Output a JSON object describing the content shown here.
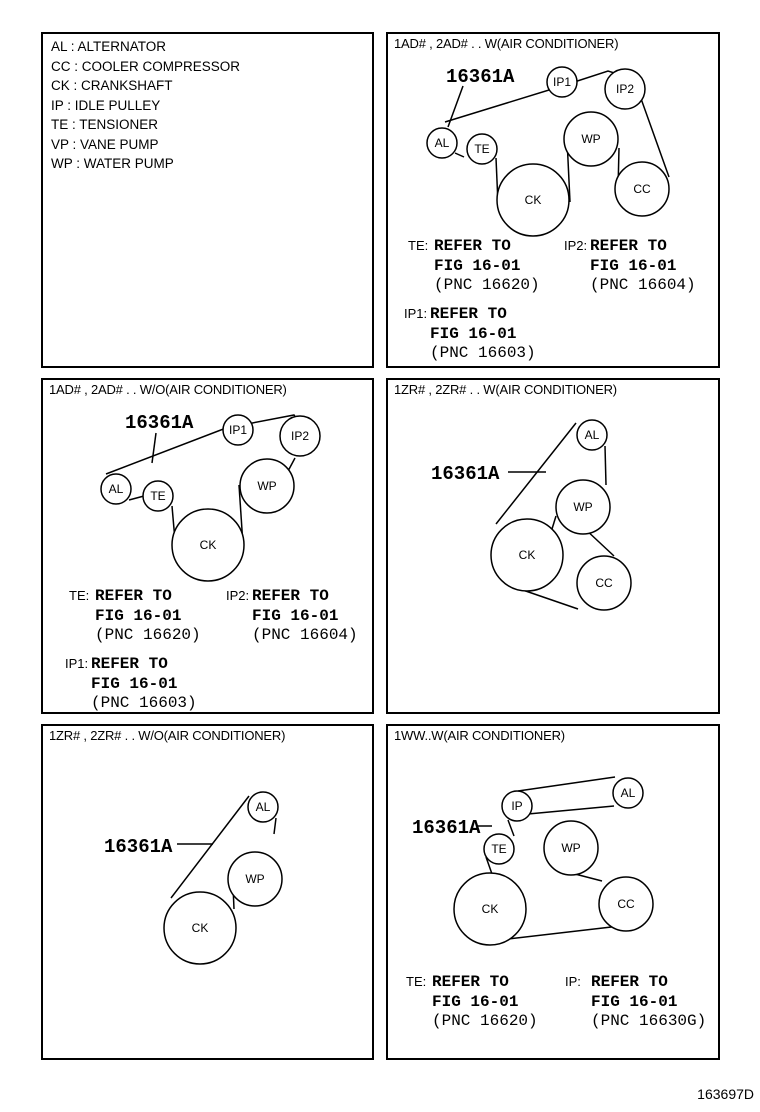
{
  "legend": [
    "AL : ALTERNATOR",
    "CC : COOLER COMPRESSOR",
    "CK : CRANKSHAFT",
    "IP : IDLE PULLEY",
    "TE : TENSIONER",
    "VP : VANE PUMP",
    "WP : WATER PUMP"
  ],
  "part_number": "16361A",
  "pulley_labels": {
    "AL": "AL",
    "CC": "CC",
    "CK": "CK",
    "IP": "IP",
    "IP1": "IP1",
    "IP2": "IP2",
    "TE": "TE",
    "WP": "WP"
  },
  "refer": {
    "text": "REFER TO",
    "fig": "FIG 16-01"
  },
  "panels": [
    {
      "title": "1AD# , 2AD# . . W(AIR CONDITIONER)",
      "refs": [
        {
          "code": "TE:",
          "pnc": "(PNC 16620)"
        },
        {
          "code": "IP2:",
          "pnc": "(PNC 16604)"
        },
        {
          "code": "IP1:",
          "pnc": "(PNC 16603)"
        }
      ]
    },
    {
      "title": "1AD# , 2AD# . . W/O(AIR CONDITIONER)",
      "refs": [
        {
          "code": "TE:",
          "pnc": "(PNC 16620)"
        },
        {
          "code": "IP2:",
          "pnc": "(PNC 16604)"
        },
        {
          "code": "IP1:",
          "pnc": "(PNC 16603)"
        }
      ]
    },
    {
      "title": "1ZR# , 2ZR# . . W(AIR CONDITIONER)"
    },
    {
      "title": "1ZR# , 2ZR# . . W/O(AIR CONDITIONER)"
    },
    {
      "title": "1WW..W(AIR CONDITIONER)",
      "refs": [
        {
          "code": "TE:",
          "pnc": "(PNC 16620)"
        },
        {
          "code": "IP:",
          "pnc": "(PNC 16630G)"
        }
      ]
    }
  ],
  "doc_number": "163697D"
}
